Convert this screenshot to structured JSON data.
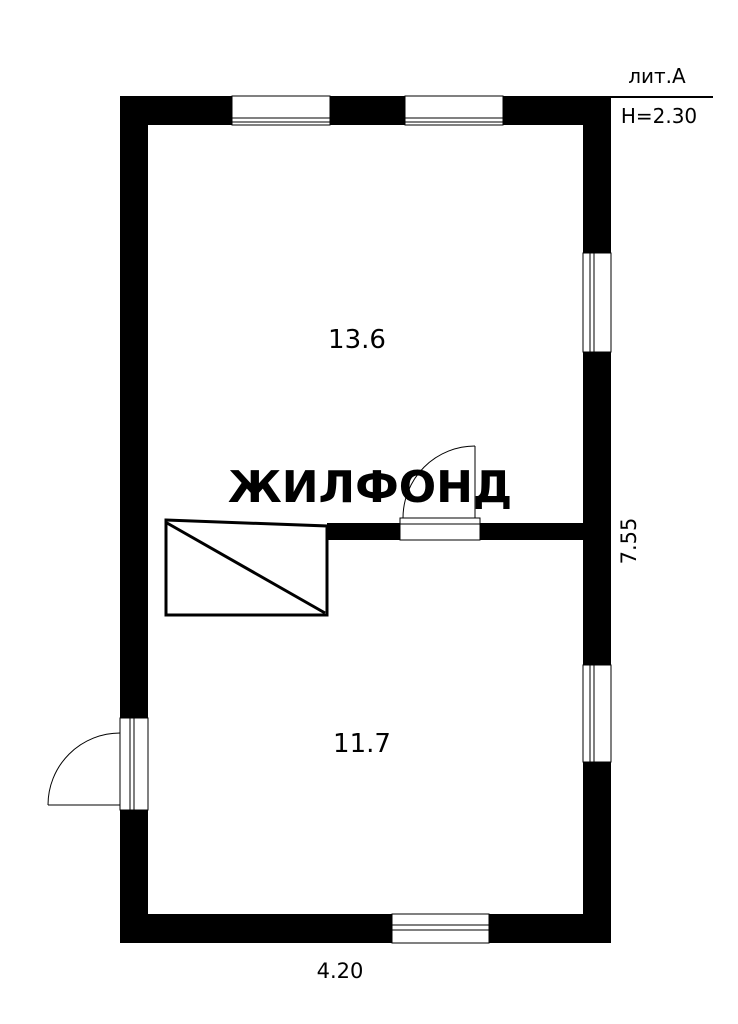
{
  "plan": {
    "building_label": "лит.А",
    "height_label": "H=2.30",
    "rooms": [
      {
        "area": "13.6"
      },
      {
        "area": "11.7"
      }
    ],
    "dimensions": {
      "width": "4.20",
      "length": "7.55"
    },
    "watermark": "ЖИЛФОНД"
  },
  "colors": {
    "wall": "#000000",
    "background": "#ffffff",
    "watermark": "#e6e6e6"
  }
}
